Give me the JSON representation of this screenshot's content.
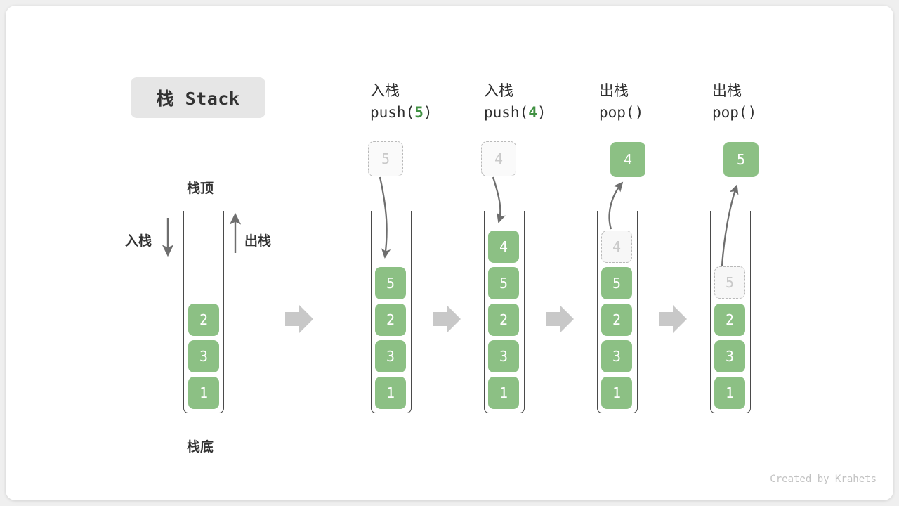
{
  "title": {
    "text": "栈 Stack"
  },
  "footer": {
    "credit": "Created by Krahets"
  },
  "labels": {
    "top": "栈顶",
    "bottom": "栈底",
    "push_side": "入栈",
    "pop_side": "出栈"
  },
  "colors": {
    "element_green": "#8cc084",
    "highlight_green": "#409142",
    "ghost_border": "#b9b9b9",
    "ghost_text": "#c9c9c9",
    "arrow_gray": "#6e6e6e",
    "step_arrow_gray": "#c8c8c8",
    "container_stroke": "#4a4a4a",
    "badge_bg": "#e6e6e6",
    "card_bg": "#ffffff",
    "page_bg": "#efefef"
  },
  "columns": [
    {
      "id": "initial",
      "head_cn": "",
      "head_code": "",
      "head_code_prefix": "",
      "head_code_arg": "",
      "head_code_suffix": "",
      "stack": [
        "2",
        "3",
        "1"
      ],
      "ghost_in_stack": null,
      "floating_ghost": null,
      "pop_result": null
    },
    {
      "id": "push-5",
      "head_cn": "入栈",
      "head_code_prefix": "push(",
      "head_code_arg": "5",
      "head_code_suffix": ")",
      "stack": [
        "5",
        "2",
        "3",
        "1"
      ],
      "ghost_in_stack": null,
      "floating_ghost": "5",
      "pop_result": null
    },
    {
      "id": "push-4",
      "head_cn": "入栈",
      "head_code_prefix": "push(",
      "head_code_arg": "4",
      "head_code_suffix": ")",
      "stack": [
        "4",
        "5",
        "2",
        "3",
        "1"
      ],
      "ghost_in_stack": null,
      "floating_ghost": "4",
      "pop_result": null
    },
    {
      "id": "pop-1",
      "head_cn": "出栈",
      "head_code_prefix": "pop(",
      "head_code_arg": "",
      "head_code_suffix": ")",
      "stack": [
        "5",
        "2",
        "3",
        "1"
      ],
      "ghost_in_stack": "4",
      "floating_ghost": null,
      "pop_result": "4"
    },
    {
      "id": "pop-2",
      "head_cn": "出栈",
      "head_code_prefix": "pop(",
      "head_code_arg": "",
      "head_code_suffix": ")",
      "stack": [
        "2",
        "3",
        "1"
      ],
      "ghost_in_stack": "5",
      "floating_ghost": null,
      "pop_result": "5"
    }
  ]
}
